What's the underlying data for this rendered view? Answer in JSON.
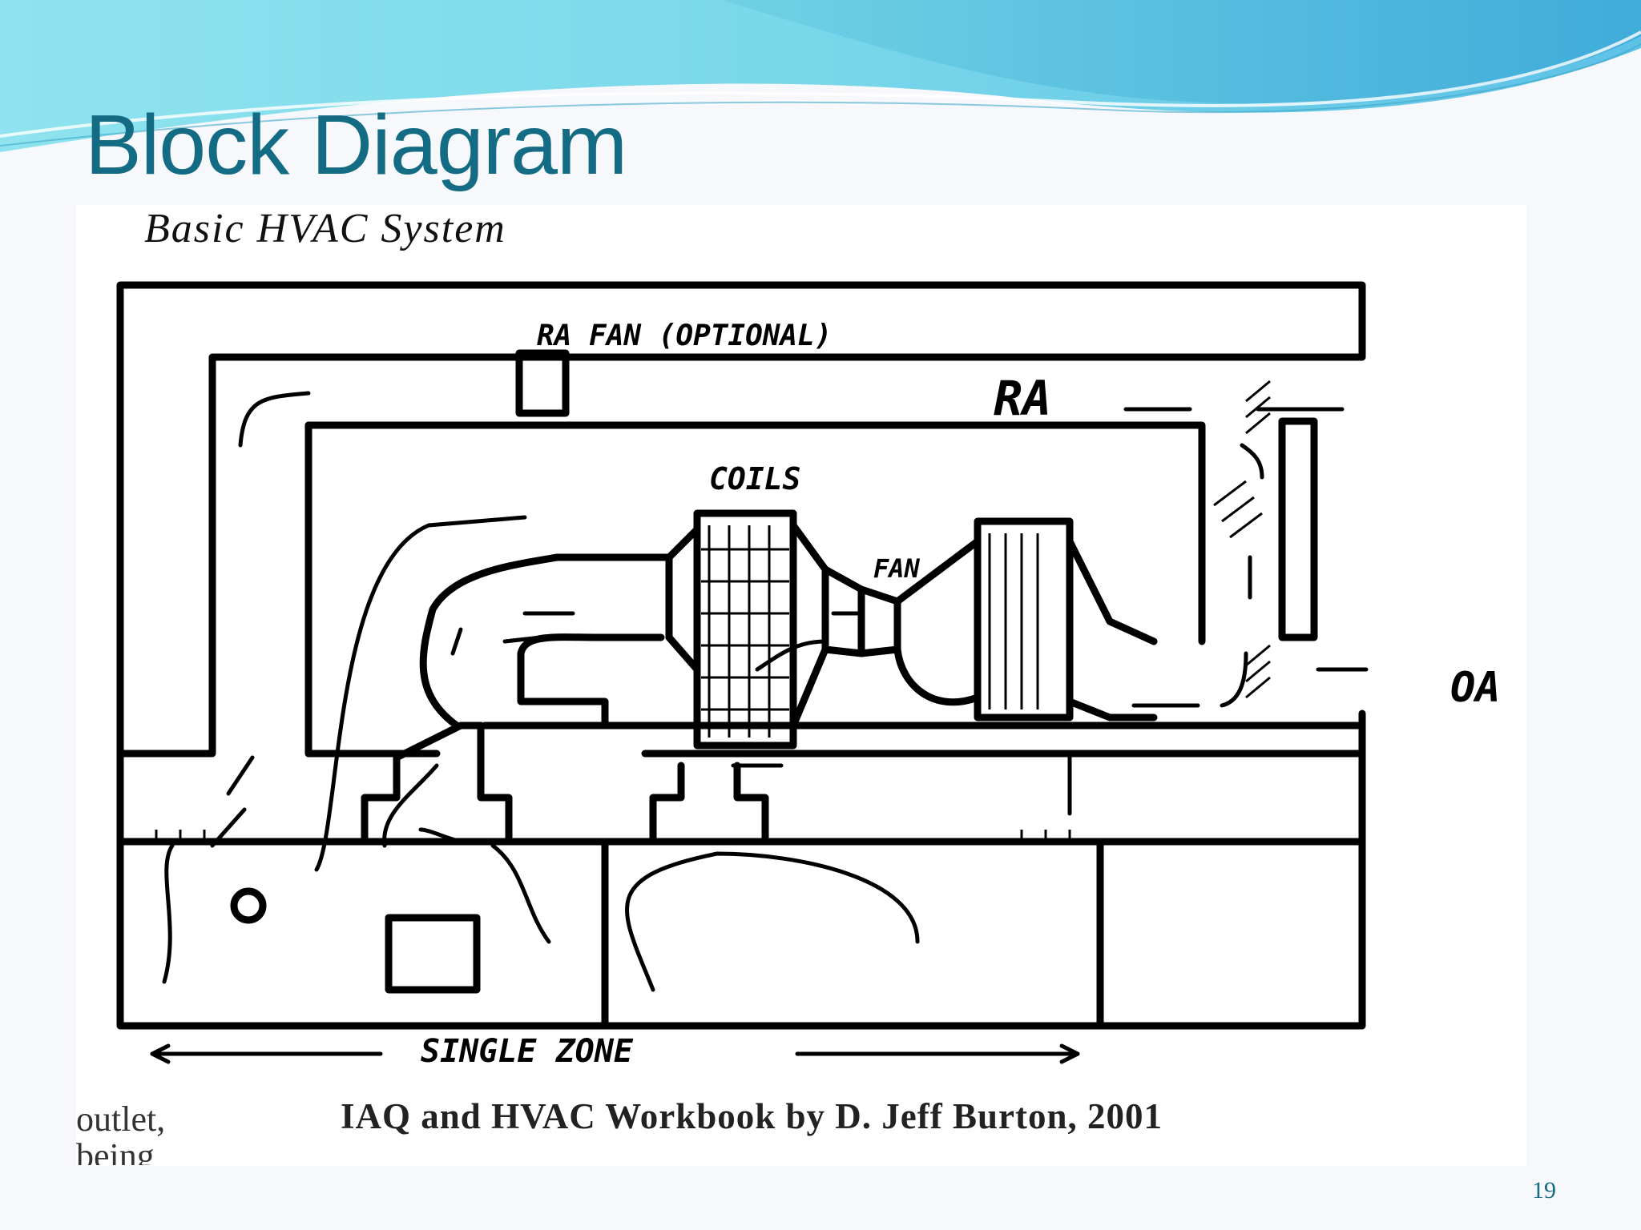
{
  "slide": {
    "title": "Block Diagram",
    "page_number": "19",
    "side_note": "outlet,\nbeing",
    "accent_color": "#146b84"
  },
  "figure": {
    "subtitle": "Basic HVAC System",
    "caption": "IAQ and HVAC Workbook by D. Jeff Burton, 2001",
    "labels": {
      "ra_fan": "RA FAN (OPTIONAL)",
      "ra": "RA",
      "coils": "COILS",
      "fan": "FAN",
      "oa": "OA",
      "zone": "SINGLE ZONE"
    }
  }
}
